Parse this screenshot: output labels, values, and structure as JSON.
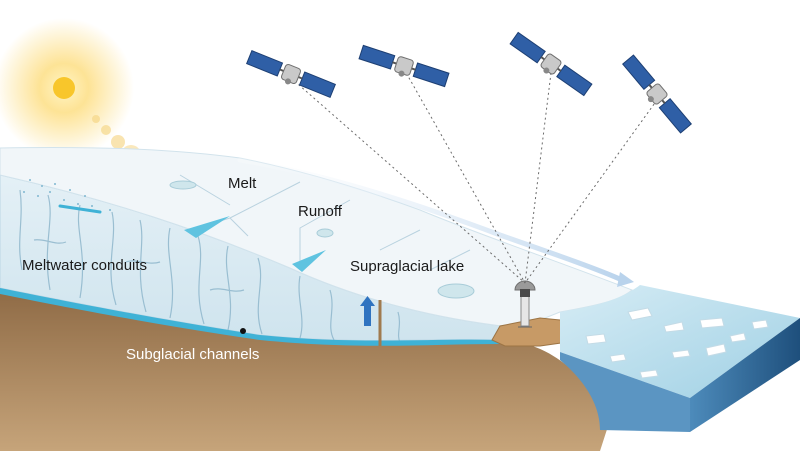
{
  "labels": {
    "melt": "Melt",
    "runoff": "Runoff",
    "meltwater_conduits": "Meltwater conduits",
    "supraglacial_lake": "Supraglacial lake",
    "subglacial_channels": "Subglacial channels"
  },
  "icons": [
    "sun-icon",
    "satellite-icon",
    "gps-station-icon"
  ],
  "colors": {
    "ice_surface": "#eef4f8",
    "ice_body": "#d9e9f1",
    "meltwater": "#3fb2d6",
    "bedrock": "#a8845a",
    "ocean_top": "#bfe0ee",
    "ocean_side": "#2f6a9a",
    "sun": "#f8c62b"
  }
}
